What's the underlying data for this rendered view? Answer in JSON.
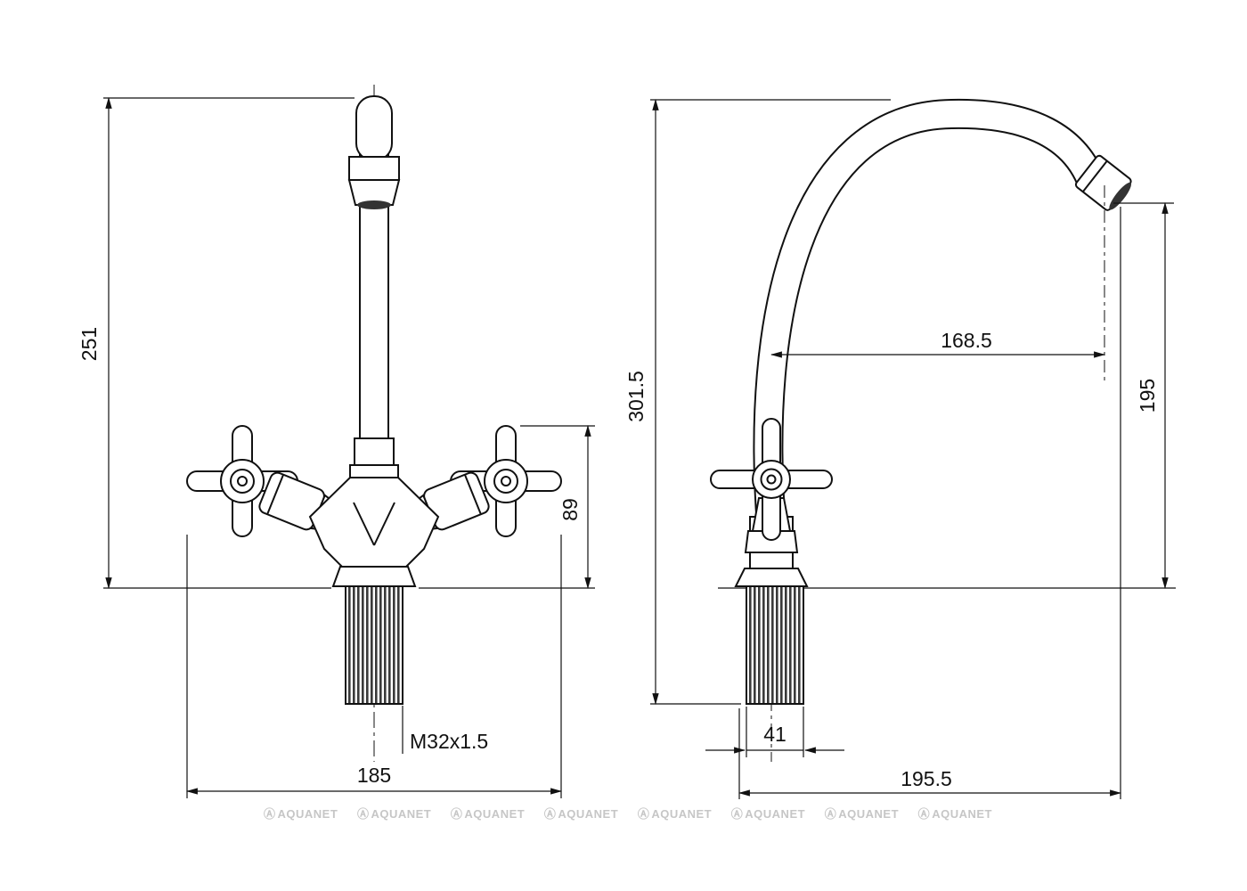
{
  "front_view": {
    "height": "251",
    "handle_height": "89",
    "thread_spec": "M32x1.5",
    "width": "185"
  },
  "side_view": {
    "total_height": "301.5",
    "spout_reach": "168.5",
    "spout_height": "195",
    "shank_width": "41",
    "total_depth": "195.5"
  },
  "watermark": {
    "logo": "Ⓐ",
    "text": "AQUANET"
  },
  "colors": {
    "line": "#111111",
    "watermark": "#c6c6c6",
    "background": "#ffffff"
  }
}
